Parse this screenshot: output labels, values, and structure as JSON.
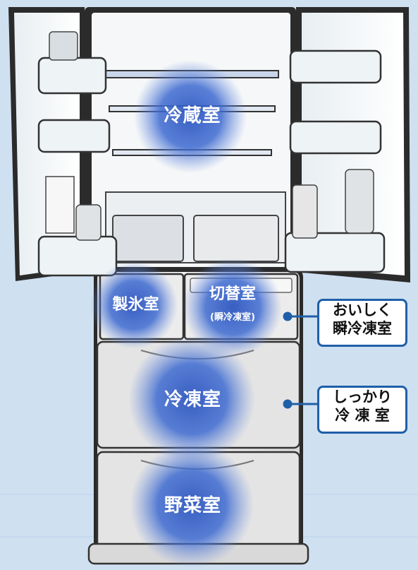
{
  "zones": {
    "fridge": "冷蔵室",
    "ice": "製氷室",
    "switch_main": "切替室",
    "switch_sub": "(瞬冷凍室)",
    "freezer": "冷凍室",
    "vegetable": "野菜室"
  },
  "callouts": {
    "instant_freeze": {
      "line1": "おいしく",
      "line2": "瞬冷凍室"
    },
    "firm_freeze": {
      "line1": "しっかり",
      "line2": "冷 凍 室"
    }
  },
  "colors": {
    "background": "#cfe0f1",
    "glow": "#3a63c4",
    "callout_border": "#1f5fa8"
  }
}
